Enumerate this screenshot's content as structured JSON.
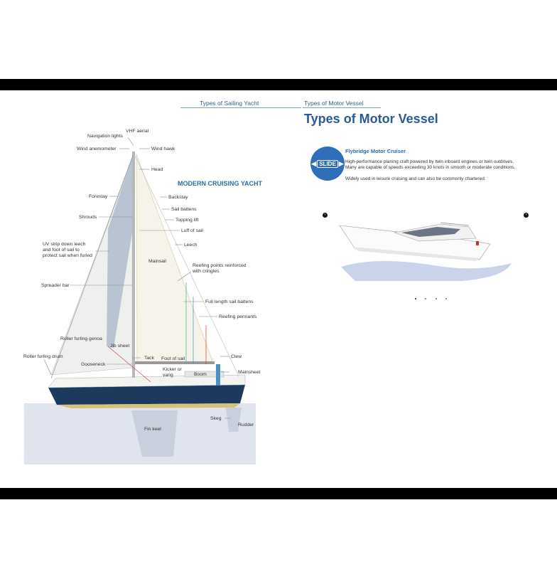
{
  "tabs": {
    "sailing": "Types of Sailing Yacht",
    "motor": "Types of Motor Vessel"
  },
  "page_title": "Types of Motor Vessel",
  "diagram": {
    "section_title": "MODERN CRUISING YACHT",
    "labels": {
      "vhf": "VHF aerial",
      "nav_lights": "Navigation lights",
      "wind_anemometer": "Wind anemometer",
      "wind_hawk": "Wind hawk",
      "head": "Head",
      "forestay": "Forestay",
      "backstay": "Backstay",
      "sail_battens": "Sail battens",
      "shrouds": "Shrouds",
      "topping_lift": "Topping lift",
      "luff": "Luff of sail",
      "uv_strip_1": "UV strip down leech",
      "uv_strip_2": "and foot of sail to",
      "uv_strip_3": "protect sail when furled",
      "leech": "Leech",
      "mainsail": "Mainsail",
      "reefing_points_1": "Reefing points reinforced",
      "reefing_points_2": "with cringles",
      "spreader": "Spreader bar",
      "full_battens": "Full length sail battens",
      "reefing_pennants": "Reefing pennants",
      "roller_genoa": "Roller furling genoa",
      "jib_sheet": "Jib sheet",
      "roller_drum": "Roller furling drum",
      "tack": "Tack",
      "foot": "Foot of sail",
      "clew": "Clew",
      "gooseneck": "Gooseneck",
      "kicker_1": "Kicker or",
      "kicker_2": "vang",
      "boom": "Boom",
      "mainsheet": "Mainsheet",
      "skeg": "Skeg",
      "rudder": "Rudder",
      "fin_keel": "Fin keel"
    }
  },
  "slider": {
    "button_label": "SLIDE",
    "boat_name": "Flybridge Motor Cruiser",
    "description": "High-performance planing craft powered by twin inboard engines or twin outdrives. Many are capable of speeds exceeding 30 knots in smooth or moderate conditions.",
    "description2": "Widely used in leisure cruising and can also be commonly chartered.",
    "prev_icon": "chevron-left-icon",
    "next_icon": "chevron-right-icon",
    "dots_count": 4,
    "active_dot": 1
  },
  "colors": {
    "accent": "#2a5a97",
    "hull": "#1c3a5e",
    "water": "#dfe4ee"
  }
}
